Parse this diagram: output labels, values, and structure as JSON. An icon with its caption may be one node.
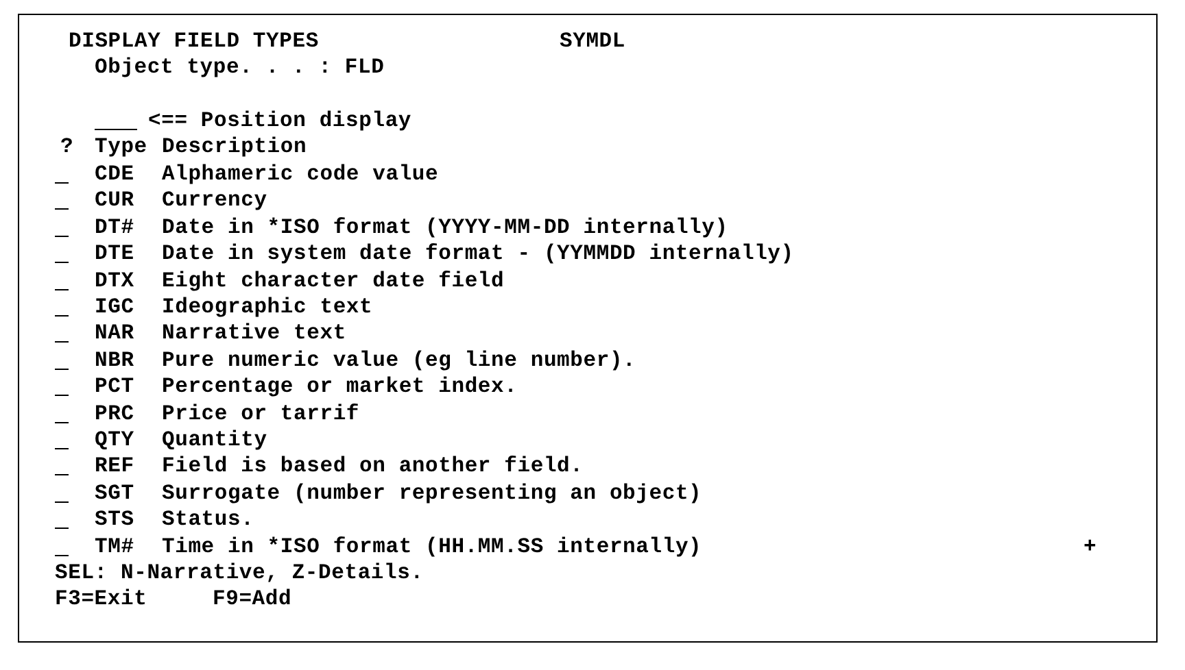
{
  "diagram": {
    "title": "DISPLAY FIELD TYPES",
    "labels": [
      "SYMDL",
      "Object type. . . : FLD",
      "<== Position display",
      "?",
      "Type",
      "Description",
      "CDE",
      "Alphameric code value",
      "CUR",
      "Currency",
      "DT#",
      "Date in *ISO format (YYYY-MM-DD internally)",
      "DTE",
      "Date in system date format - (YYMMDD internally)",
      "DTX",
      "Eight character date field",
      "IGC",
      "Ideographic text",
      "NAR",
      "Narrative text",
      "NBR",
      "Pure numeric value (eg line number).",
      "PCT",
      "Percentage or market index.",
      "PRC",
      "Price or tarrif",
      "QTY",
      "Quantity",
      "REF",
      "Field is based on another field.",
      "SGT",
      "Surrogate (number representing an object)",
      "STS",
      "Status.",
      "TM#",
      "Time in *ISO format (HH.MM.SS internally)",
      "+",
      "SEL: N-Narrative, Z-Details.",
      "F3=Exit",
      "F9=Add"
    ]
  }
}
